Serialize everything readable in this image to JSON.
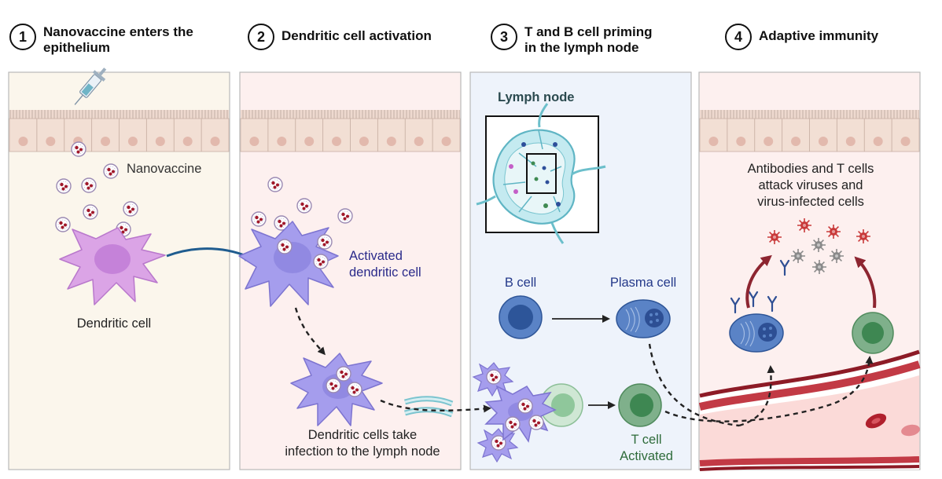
{
  "steps": [
    {
      "number": "1",
      "title": [
        "Nanovaccine enters the",
        "epithelium"
      ]
    },
    {
      "number": "2",
      "title": [
        "Dendritic cell activation"
      ]
    },
    {
      "number": "3",
      "title": [
        "T and B cell priming",
        "in the lymph node"
      ]
    },
    {
      "number": "4",
      "title": [
        "Adaptive immunity"
      ]
    }
  ],
  "labels": {
    "nanovaccine": "Nanovaccine",
    "dendritic_cell": "Dendritic cell",
    "activated_dc": [
      "Activated",
      "dendritic cell"
    ],
    "dc_take": [
      "Dendritic cells take",
      "infection to the lymph node"
    ],
    "lymph_node": "Lymph node",
    "b_cell": "B cell",
    "plasma_cell": "Plasma cell",
    "t_cell": [
      "T cell",
      "Activated"
    ],
    "antibodies": [
      "Antibodies and T cells",
      "attack viruses and",
      "virus-infected cells"
    ]
  },
  "colors": {
    "panel1": "#fbf6ec",
    "panel2": "#fdf0ef",
    "panel3": "#eef3fb",
    "panel4": "#fdf0ef",
    "dendritic_pink": "#d59ee3",
    "dendritic_purple": "#9c94e8",
    "b_cell_blue": "#3d6fb8",
    "t_cell_green": "#6fa27c",
    "label_navy": "#24398a",
    "label_green": "#2e6b3a",
    "vessel_red": "#a5202b",
    "virus_red": "#c93a3a"
  },
  "icons": [
    "syringe-icon",
    "nanovaccine-particle-icon",
    "dendritic-cell-icon",
    "lymph-node-icon",
    "b-cell-icon",
    "plasma-cell-icon",
    "t-cell-icon",
    "antibody-icon",
    "virus-icon",
    "blood-vessel-icon",
    "lymph-vessel-icon"
  ]
}
